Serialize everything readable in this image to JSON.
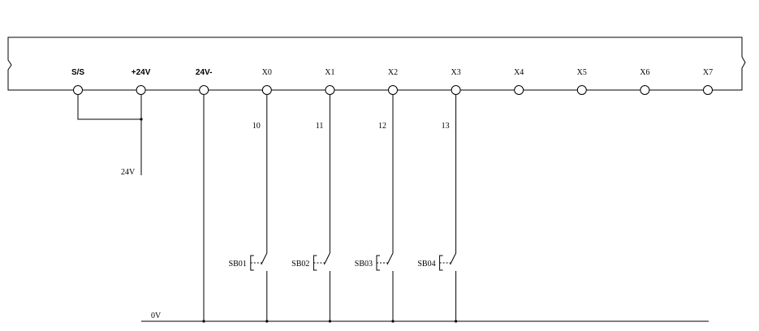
{
  "terminals": [
    {
      "label": "S/S",
      "bold": true
    },
    {
      "label": "+24V",
      "bold": true
    },
    {
      "label": "24V-",
      "bold": true
    },
    {
      "label": "X0",
      "bold": false
    },
    {
      "label": "X1",
      "bold": false
    },
    {
      "label": "X2",
      "bold": false
    },
    {
      "label": "X3",
      "bold": false
    },
    {
      "label": "X4",
      "bold": false
    },
    {
      "label": "X5",
      "bold": false
    },
    {
      "label": "X6",
      "bold": false
    },
    {
      "label": "X7",
      "bold": false
    }
  ],
  "supply_label": "24V",
  "ground_label": "0V",
  "inputs": [
    {
      "terminal": "X0",
      "wire": "10",
      "switch": "SB01"
    },
    {
      "terminal": "X1",
      "wire": "11",
      "switch": "SB02"
    },
    {
      "terminal": "X2",
      "wire": "12",
      "switch": "SB03"
    },
    {
      "terminal": "X3",
      "wire": "13",
      "switch": "SB04"
    }
  ]
}
